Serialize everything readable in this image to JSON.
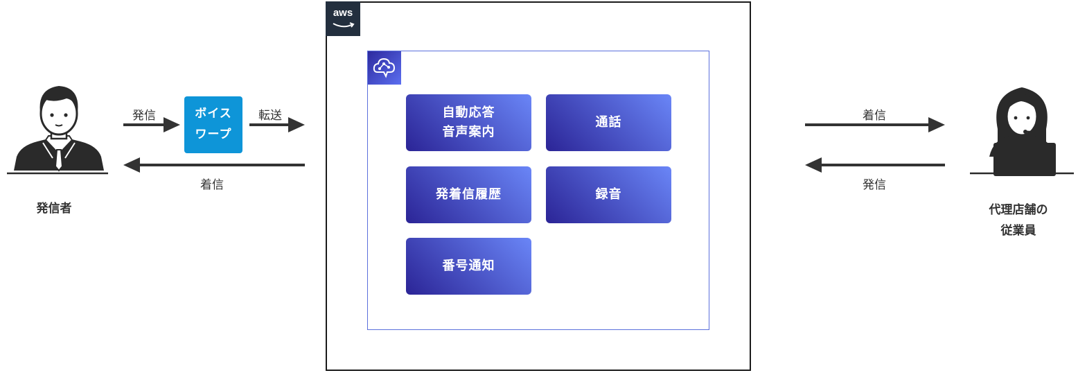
{
  "caller": {
    "label": "発信者",
    "icon": "businessman-icon"
  },
  "agent": {
    "label": "代理店舗の\n従業員",
    "label_line1": "代理店舗の",
    "label_line2": "従業員",
    "icon": "headset-operator-icon"
  },
  "voicewarp": {
    "label": "ボイス\nワープ"
  },
  "left_arrows": {
    "outgoing_call": "発信",
    "forward": "転送",
    "incoming": "着信"
  },
  "right_arrows": {
    "incoming": "着信",
    "outgoing_call": "発信"
  },
  "aws": {
    "logo_text": "aws",
    "service_icon": "amazon-connect-icon"
  },
  "features": [
    {
      "label": "自動応答\n音声案内"
    },
    {
      "label": "通話"
    },
    {
      "label": "発着信履歴"
    },
    {
      "label": "録音"
    },
    {
      "label": "番号通知"
    }
  ],
  "colors": {
    "arrow": "#333333",
    "voicewarp": "#0e95d8",
    "feature_gradient_start": "#2b2496",
    "feature_gradient_end": "#6a86f7",
    "inner_frame": "#5a6fdc",
    "aws_logo_bg": "#232f3e",
    "aws_smile": "#ff9900"
  }
}
